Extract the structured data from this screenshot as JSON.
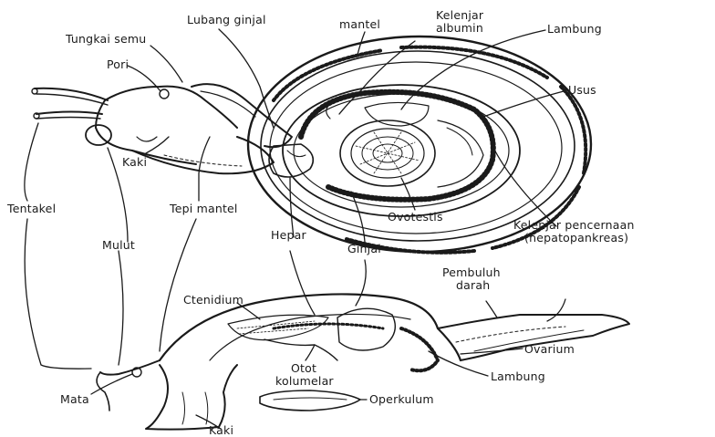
{
  "diagram": {
    "labels": {
      "lubang_ginjal": "Lubang ginjal",
      "mantel": "mantel",
      "kelenjar_albumin_1": "Kelenjar",
      "kelenjar_albumin_2": "albumin",
      "lambung_top": "Lambung",
      "tungkai_semu": "Tungkai semu",
      "pori": "Pori",
      "usus": "Usus",
      "kaki_top": "Kaki",
      "tentakel": "Tentakel",
      "tepi_mantel": "Tepi mantel",
      "ovotestis": "Ovotestis",
      "kelenjar_pencernaan_1": "Kelenjar pencernaan",
      "kelenjar_pencernaan_2": "(hepatopankreas)",
      "mulut": "Mulut",
      "hepar": "Hepar",
      "ginjal": "Ginjal",
      "pembuluh_darah_1": "Pembuluh",
      "pembuluh_darah_2": "darah",
      "ctenidium": "Ctenidium",
      "ovarium": "Ovarium",
      "otot_kolumelar_1": "Otot",
      "otot_kolumelar_2": "kolumelar",
      "lambung_bottom": "Lambung",
      "mata": "Mata",
      "operkulum": "Operkulum",
      "kaki_bottom": "Kaki"
    },
    "colors": {
      "ink": "#1a1a1a",
      "background": "#ffffff"
    }
  }
}
